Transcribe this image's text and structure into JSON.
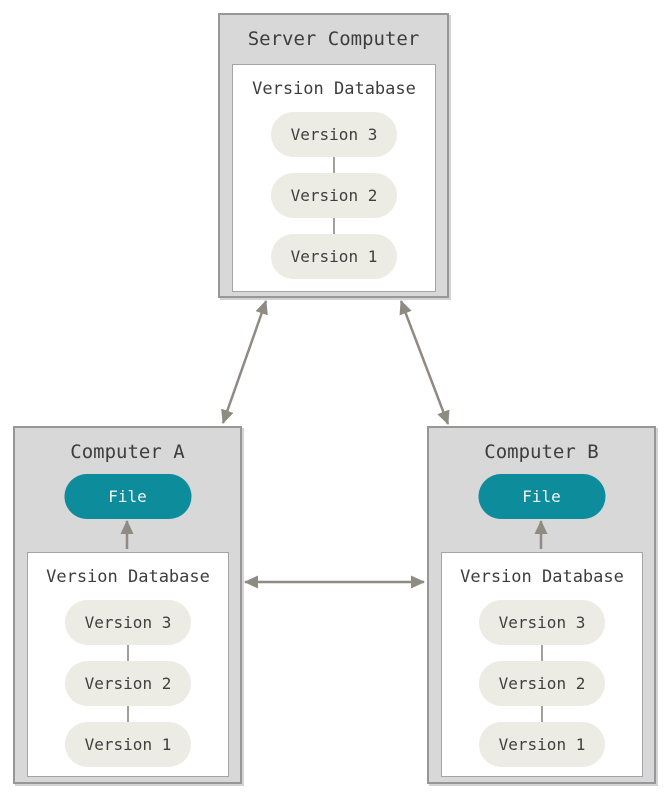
{
  "diagram": {
    "nodes": {
      "server": {
        "title": "Server Computer",
        "database": {
          "label": "Version Database",
          "versions": [
            "Version 3",
            "Version 2",
            "Version 1"
          ]
        }
      },
      "computer_a": {
        "title": "Computer A",
        "file_label": "File",
        "database": {
          "label": "Version Database",
          "versions": [
            "Version 3",
            "Version 2",
            "Version 1"
          ]
        }
      },
      "computer_b": {
        "title": "Computer B",
        "file_label": "File",
        "database": {
          "label": "Version Database",
          "versions": [
            "Version 3",
            "Version 2",
            "Version 1"
          ]
        }
      }
    },
    "edges": [
      {
        "from": "server-computer",
        "to": "computer-a",
        "type": "bidirectional-arrow"
      },
      {
        "from": "server-computer",
        "to": "computer-b",
        "type": "bidirectional-arrow"
      },
      {
        "from": "computer-a",
        "to": "computer-b",
        "type": "bidirectional-arrow"
      },
      {
        "from": "computer-a-version-database",
        "to": "computer-a-file",
        "type": "arrow"
      },
      {
        "from": "computer-b-version-database",
        "to": "computer-b-file",
        "type": "arrow"
      }
    ],
    "colors": {
      "panel_fill": "#d8d8d8",
      "panel_border": "#97979a",
      "db_fill": "#ffffff",
      "db_border": "#a4a4a4",
      "version_pill_fill": "#ecece4",
      "file_pill_fill": "#0d8c9b",
      "file_pill_text": "#f2f2f2",
      "text": "#3d3d3d",
      "arrow": "#8f8a82",
      "background": "#ffffff"
    }
  }
}
